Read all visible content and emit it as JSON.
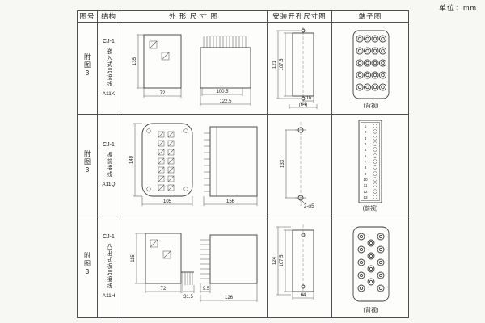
{
  "unit_label": "单位：mm",
  "table": {
    "headers": {
      "fig_no": "图号",
      "structure": "结构",
      "outline": "外 形 尺 寸 图",
      "install": "安装开孔尺寸图",
      "terminal": "端子图"
    },
    "rows": [
      {
        "fig_no": "附图3",
        "structure": {
          "model": "CJ-1",
          "desc": "嵌入式后接线",
          "code": "A11K"
        },
        "outline_dims": {
          "height": "135",
          "width": "72",
          "top": "100.5",
          "total": "122.5"
        },
        "install_dims": {
          "cutout": "107.5",
          "screws": "121",
          "offset": "16",
          "width": "(64)"
        },
        "terminal_caption": "(背视)"
      },
      {
        "fig_no": "附图3",
        "structure": {
          "model": "CJ-1",
          "desc": "板前接线",
          "code": "A11Q"
        },
        "outline_dims": {
          "height": "149",
          "width": "105",
          "total": "156"
        },
        "install_dims": {
          "height": "133",
          "holes": "2-φ5"
        },
        "terminal_numbers": [
          "1",
          "2",
          "3",
          "4",
          "5",
          "6",
          "7",
          "8",
          "9",
          "10",
          "11",
          "12",
          "13"
        ],
        "terminal_caption": "(前视)"
      },
      {
        "fig_no": "附图3",
        "structure": {
          "model": "CJ-1",
          "desc": "凸出式板后接线",
          "code": "A11H"
        },
        "outline_dims": {
          "height": "115",
          "width": "72",
          "offset": "31.5",
          "pin": "9.5",
          "total": "126"
        },
        "install_dims": {
          "cutout": "107.5",
          "screws": "124",
          "width": "64"
        },
        "terminal_caption": "(背视)"
      }
    ]
  }
}
